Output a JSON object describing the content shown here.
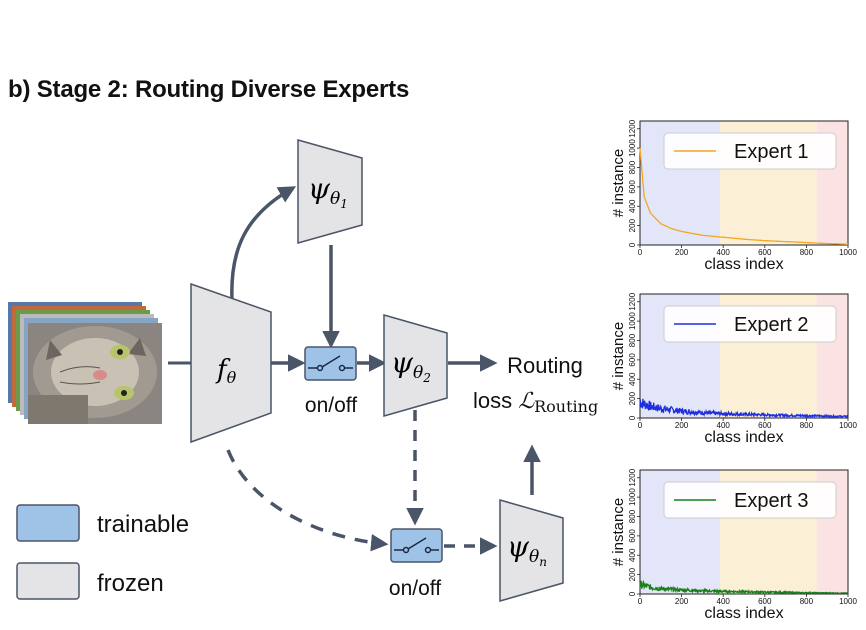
{
  "title": "b) Stage 2: Routing Diverse Experts",
  "colors": {
    "frozen_fill": "#e4e4e7",
    "trainable_fill": "#9fc3e7",
    "stroke": "#4a5568",
    "expert1": "#f5a623",
    "expert2": "#1f2fe0",
    "expert3": "#1a7f1a",
    "band_head": "#e3e6f8",
    "band_mid": "#fbefd6",
    "band_tail": "#fbe3e3"
  },
  "labels": {
    "f": "f",
    "f_sub": "θ",
    "psi": "ψ",
    "psi1_sub": "θ",
    "psi1_subsub": "1",
    "psi2_sub": "θ",
    "psi2_subsub": "2",
    "psin_sub": "θ",
    "psin_subsub": "n",
    "switch1": "on/off",
    "switch2": "on/off",
    "routing_line1": "Routing",
    "routing_line2_prefix": "loss ",
    "routing_L": "ℒ",
    "routing_sub": "Routing"
  },
  "legend": {
    "trainable": "trainable",
    "frozen": "frozen"
  },
  "icons": [
    "cat-image-stack",
    "switch-icon"
  ],
  "chart_data": [
    {
      "type": "line",
      "series": [
        {
          "name": "Expert 1",
          "profile": "smooth-long-tail-decay",
          "x": [
            0,
            20,
            50,
            100,
            150,
            200,
            300,
            400,
            500,
            600,
            700,
            800,
            900,
            1000
          ],
          "values": [
            1000,
            500,
            330,
            220,
            170,
            140,
            100,
            80,
            60,
            45,
            35,
            25,
            15,
            8
          ]
        }
      ],
      "xlabel": "class index",
      "ylabel": "# instance",
      "xticks": [
        "0",
        "200",
        "400",
        "600",
        "800",
        "1000"
      ],
      "yticks": [
        "0",
        "200",
        "400",
        "600",
        "800",
        "1000",
        "1200"
      ],
      "xlim": [
        0,
        1000
      ],
      "ylim": [
        0,
        1280
      ],
      "legend_position": "top-right",
      "bands": [
        [
          0,
          385
        ],
        [
          385,
          850
        ],
        [
          850,
          1000
        ]
      ]
    },
    {
      "type": "line",
      "series": [
        {
          "name": "Expert 2",
          "profile": "noisy-decay",
          "x": [
            0,
            50,
            100,
            200,
            300,
            400,
            500,
            600,
            700,
            800,
            900,
            1000
          ],
          "values": [
            150,
            110,
            90,
            65,
            50,
            40,
            35,
            30,
            25,
            22,
            18,
            15
          ]
        }
      ],
      "xlabel": "class index",
      "ylabel": "# instance",
      "xticks": [
        "0",
        "200",
        "400",
        "600",
        "800",
        "1000"
      ],
      "yticks": [
        "0",
        "200",
        "400",
        "600",
        "800",
        "1000",
        "1200"
      ],
      "xlim": [
        0,
        1000
      ],
      "ylim": [
        0,
        1280
      ],
      "legend_position": "top-right",
      "bands": [
        [
          0,
          385
        ],
        [
          385,
          850
        ],
        [
          850,
          1000
        ]
      ]
    },
    {
      "type": "line",
      "series": [
        {
          "name": "Expert 3",
          "profile": "noisy-decay",
          "x": [
            0,
            50,
            100,
            200,
            300,
            400,
            500,
            600,
            700,
            800,
            900,
            1000
          ],
          "values": [
            90,
            65,
            50,
            38,
            30,
            25,
            22,
            18,
            15,
            12,
            10,
            8
          ]
        }
      ],
      "xlabel": "class index",
      "ylabel": "# instance",
      "xticks": [
        "0",
        "200",
        "400",
        "600",
        "800",
        "1000"
      ],
      "yticks": [
        "0",
        "200",
        "400",
        "600",
        "800",
        "1000",
        "1200"
      ],
      "xlim": [
        0,
        1000
      ],
      "ylim": [
        0,
        1280
      ],
      "legend_position": "top-right",
      "bands": [
        [
          0,
          385
        ],
        [
          385,
          850
        ],
        [
          850,
          1000
        ]
      ]
    }
  ]
}
